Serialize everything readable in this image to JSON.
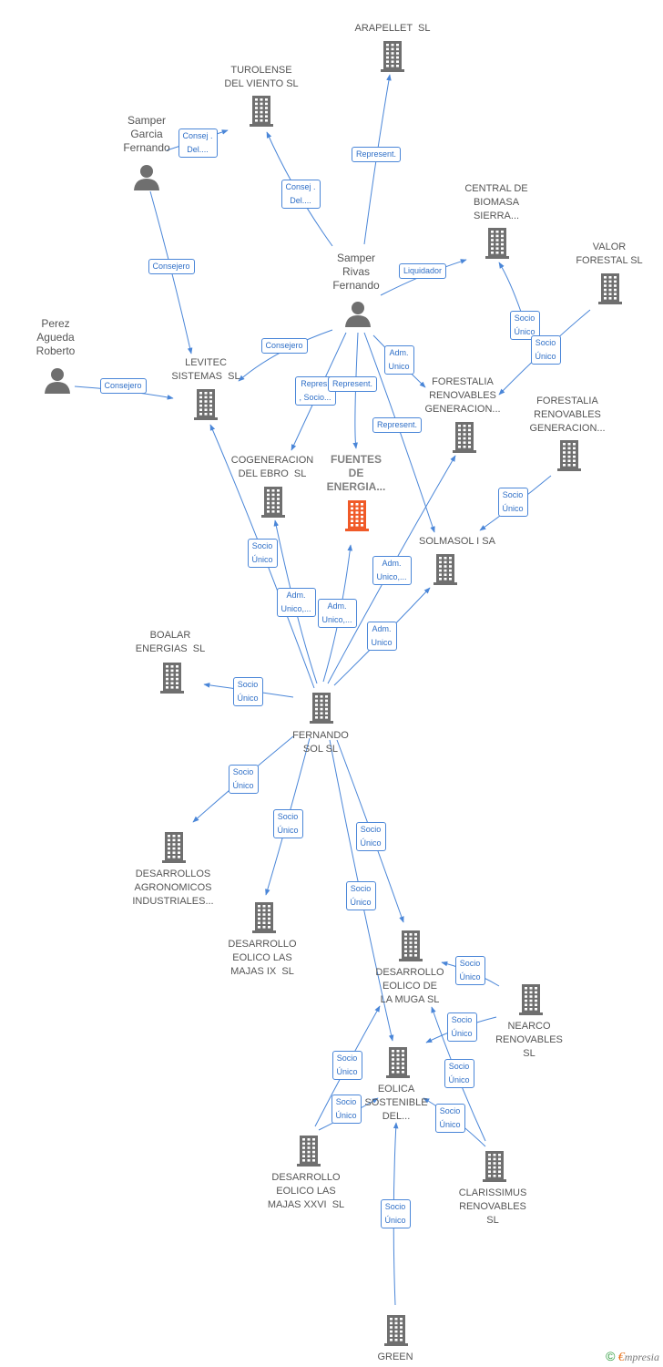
{
  "colors": {
    "accent": "#4a86d8",
    "focus": "#f05a28",
    "building": "#6f6f6f",
    "person": "#6f6f6f"
  },
  "nodes": [
    {
      "id": "arapellet",
      "type": "company",
      "label": "ARAPELLET  SL"
    },
    {
      "id": "turolense",
      "type": "company",
      "label": "TUROLENSE\nDEL VIENTO SL"
    },
    {
      "id": "samper_garcia",
      "type": "person",
      "label": "Samper\nGarcia\nFernando"
    },
    {
      "id": "samper_rivas",
      "type": "person",
      "label": "Samper\nRivas\nFernando"
    },
    {
      "id": "central_biomasa",
      "type": "company",
      "label": "CENTRAL DE\nBIOMASA\nSIERRA..."
    },
    {
      "id": "valor_forestal",
      "type": "company",
      "label": "VALOR\nFORESTAL SL"
    },
    {
      "id": "perez_agueda",
      "type": "person",
      "label": "Perez\nAgueda\nRoberto"
    },
    {
      "id": "levitec",
      "type": "company",
      "label": "LEVITEC\nSISTEMAS  SL"
    },
    {
      "id": "forestalia1",
      "type": "company",
      "label": "FORESTALIA\nRENOVABLES\nGENERACION..."
    },
    {
      "id": "forestalia2",
      "type": "company",
      "label": "FORESTALIA\nRENOVABLES\nGENERACION..."
    },
    {
      "id": "cogeneracion",
      "type": "company",
      "label": "COGENERACION\nDEL EBRO  SL"
    },
    {
      "id": "fuentes",
      "type": "focus",
      "label": "FUENTES\nDE\nENERGIA..."
    },
    {
      "id": "solmasol",
      "type": "company",
      "label": "SOLMASOL I SA"
    },
    {
      "id": "boalar",
      "type": "company",
      "label": "BOALAR\nENERGIAS  SL"
    },
    {
      "id": "fernando_sol",
      "type": "company",
      "label": "FERNANDO\nSOL SL"
    },
    {
      "id": "desarrollos_agro",
      "type": "company",
      "label": "DESARROLLOS\nAGRONOMICOS\nINDUSTRIALES..."
    },
    {
      "id": "majas_ix",
      "type": "company",
      "label": "DESARROLLO\nEOLICO LAS\nMAJAS IX  SL"
    },
    {
      "id": "muga",
      "type": "company",
      "label": "DESARROLLO\nEOLICO DE\nLA MUGA SL"
    },
    {
      "id": "nearco",
      "type": "company",
      "label": "NEARCO\nRENOVABLES\nSL"
    },
    {
      "id": "eolica_sostenible",
      "type": "company",
      "label": "EOLICA\nSOSTENIBLE\nDEL..."
    },
    {
      "id": "majas_xxvi",
      "type": "company",
      "label": "DESARROLLO\nEOLICO LAS\nMAJAS XXVI  SL"
    },
    {
      "id": "clarissimus",
      "type": "company",
      "label": "CLARISSIMUS\nRENOVABLES\nSL"
    },
    {
      "id": "green",
      "type": "company",
      "label": "GREEN"
    }
  ],
  "edges": [
    {
      "from": "samper_garcia",
      "to": "turolense",
      "label": "Consej .\nDel...."
    },
    {
      "from": "samper_garcia",
      "to": "levitec",
      "label": "Consejero"
    },
    {
      "from": "samper_rivas",
      "to": "turolense",
      "label": "Consej .\nDel...."
    },
    {
      "from": "samper_rivas",
      "to": "arapellet",
      "label": "Represent."
    },
    {
      "from": "samper_rivas",
      "to": "central_biomasa",
      "label": "Liquidador"
    },
    {
      "from": "samper_rivas",
      "to": "levitec",
      "label": "Consejero"
    },
    {
      "from": "samper_rivas",
      "to": "forestalia1",
      "label": "Adm.\nUnico"
    },
    {
      "from": "samper_rivas",
      "to": "cogeneracion",
      "label": "Repres.\n, Socio..."
    },
    {
      "from": "samper_rivas",
      "to": "fuentes",
      "label": "Represent."
    },
    {
      "from": "samper_rivas",
      "to": "solmasol",
      "label": "Represent."
    },
    {
      "from": "perez_agueda",
      "to": "levitec",
      "label": "Consejero"
    },
    {
      "from": "forestalia2",
      "to": "central_biomasa",
      "label": "Socio\nÚnico"
    },
    {
      "from": "valor_forestal",
      "to": "forestalia1",
      "label": "Socio\nÚnico"
    },
    {
      "from": "forestalia2",
      "to": "solmasol",
      "label": "Socio\nÚnico"
    },
    {
      "from": "fernando_sol",
      "to": "levitec",
      "label": "Socio\nÚnico"
    },
    {
      "from": "fernando_sol",
      "to": "cogeneracion",
      "label": "Adm.\nUnico,..."
    },
    {
      "from": "fernando_sol",
      "to": "fuentes",
      "label": "Adm.\nUnico,..."
    },
    {
      "from": "fernando_sol",
      "to": "forestalia1",
      "label": "Adm.\nUnico,..."
    },
    {
      "from": "fernando_sol",
      "to": "solmasol",
      "label": "Adm.\nUnico"
    },
    {
      "from": "fernando_sol",
      "to": "boalar",
      "label": "Socio\nÚnico"
    },
    {
      "from": "fernando_sol",
      "to": "desarrollos_agro",
      "label": "Socio\nÚnico"
    },
    {
      "from": "fernando_sol",
      "to": "majas_ix",
      "label": "Socio\nÚnico"
    },
    {
      "from": "fernando_sol",
      "to": "muga",
      "label": "Socio\nÚnico"
    },
    {
      "from": "fernando_sol",
      "to": "eolica_sostenible",
      "label": "Socio\nÚnico"
    },
    {
      "from": "nearco",
      "to": "muga",
      "label": "Socio\nÚnico"
    },
    {
      "from": "nearco",
      "to": "eolica_sostenible",
      "label": "Socio\nÚnico"
    },
    {
      "from": "clarissimus",
      "to": "muga",
      "label": "Socio\nÚnico"
    },
    {
      "from": "clarissimus",
      "to": "eolica_sostenible",
      "label": "Socio\nÚnico"
    },
    {
      "from": "majas_xxvi",
      "to": "muga",
      "label": "Socio\nÚnico"
    },
    {
      "from": "majas_xxvi",
      "to": "eolica_sostenible",
      "label": "Socio\nÚnico"
    },
    {
      "from": "green",
      "to": "eolica_sostenible",
      "label": "Socio\nÚnico"
    }
  ],
  "footer": {
    "copyright": "©",
    "brand_first": "€",
    "brand_rest": "mpresia"
  }
}
